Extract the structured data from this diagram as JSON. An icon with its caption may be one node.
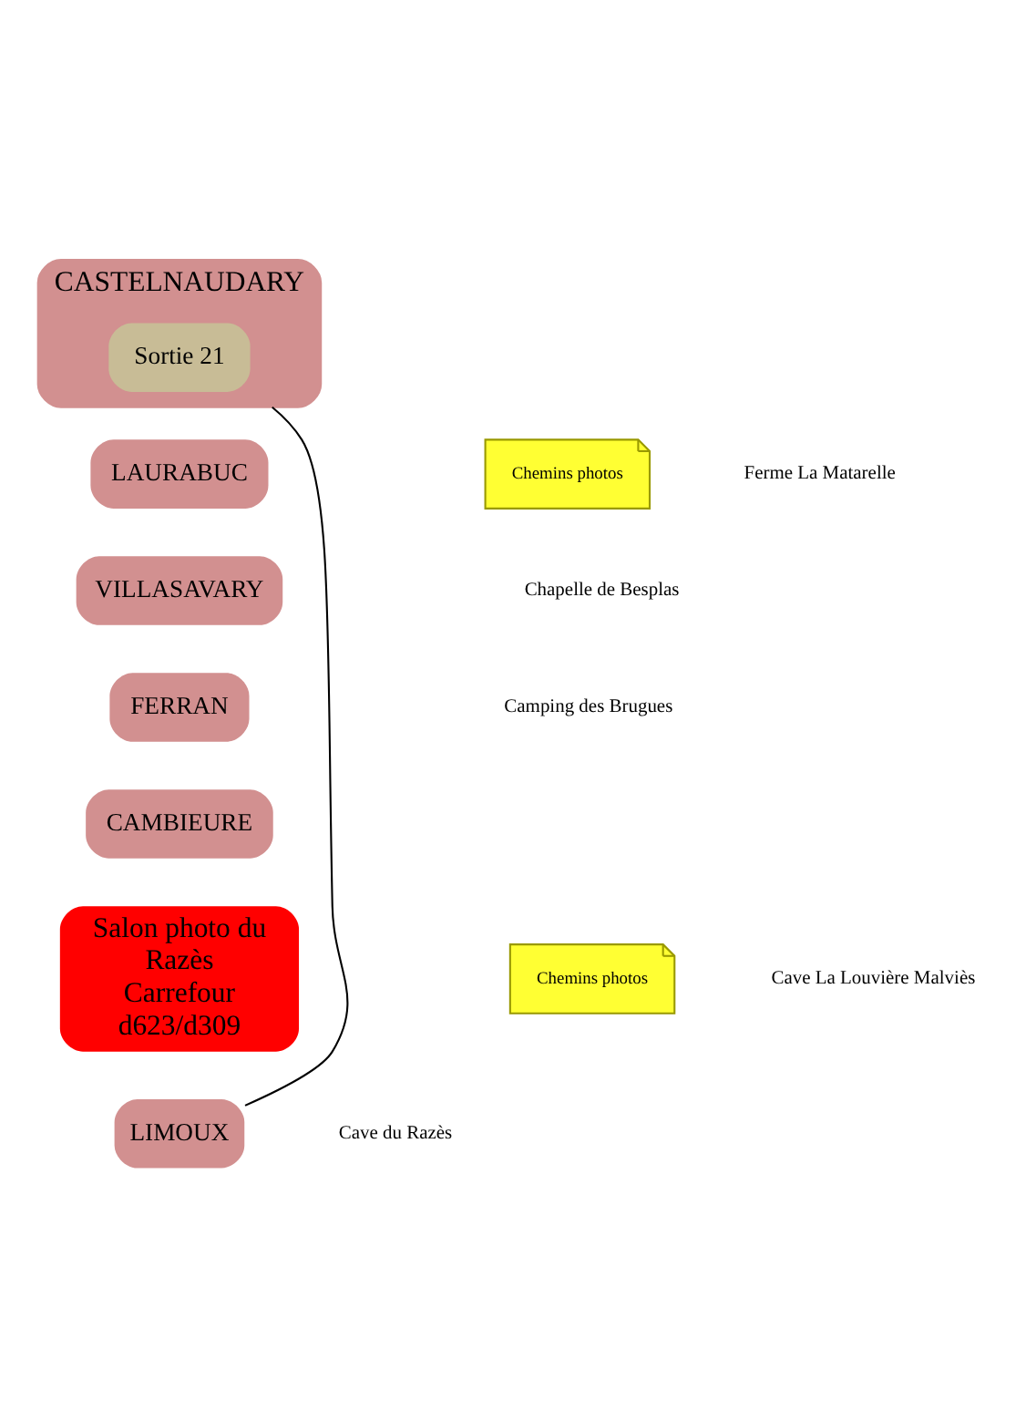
{
  "diagram": {
    "nodes": [
      {
        "text": [
          "CASTELNAUDARY"
        ]
      },
      {
        "text": [
          "Sortie 21"
        ],
        "in": 0
      },
      {
        "text": [
          "Chemins photos"
        ]
      },
      {
        "text": [
          "LAURABUC"
        ]
      },
      {
        "text": [
          "VILLASAVARY"
        ]
      },
      {
        "text": [
          "FERRAN"
        ]
      },
      {
        "text": [
          "CAMBIEURE"
        ]
      },
      {
        "text": [
          "Salon photo du Razès Carrefour d623/d309"
        ]
      },
      {
        "text": [
          "Chemins photos"
        ]
      },
      {
        "text": [
          "LIMOUX"
        ]
      }
    ],
    "edges": [
      {
        "from": 0,
        "to": 9,
        "arrow": "none"
      }
    ],
    "labels": [
      "Ferme La Matarelle",
      "Chapelle de Besplas",
      "Camping des Brugues",
      "Cave La Louvière Malviès",
      "Cave du Razès"
    ]
  }
}
